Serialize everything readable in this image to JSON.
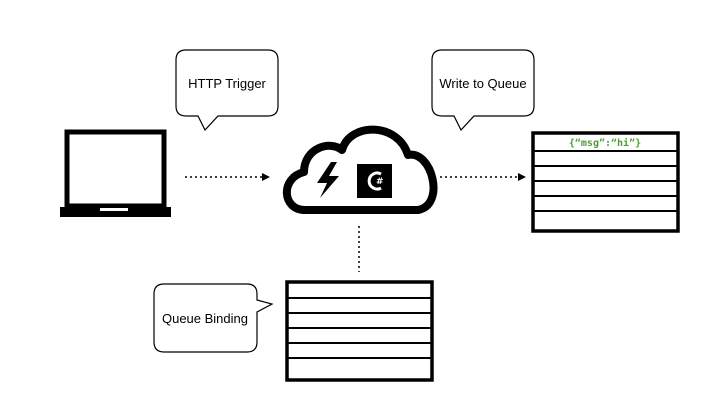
{
  "bubbles": {
    "http_trigger": "HTTP Trigger",
    "write_to_queue": "Write to Queue",
    "queue_binding": "Queue Binding"
  },
  "output_queue": {
    "first_message": "{“msg”:“hi”}",
    "message_color": "#4aa02c"
  },
  "function": {
    "language_badge": "#",
    "icons": [
      "lightning-icon",
      "csharp-icon"
    ]
  },
  "colors": {
    "stroke": "#000000",
    "background": "#ffffff"
  }
}
